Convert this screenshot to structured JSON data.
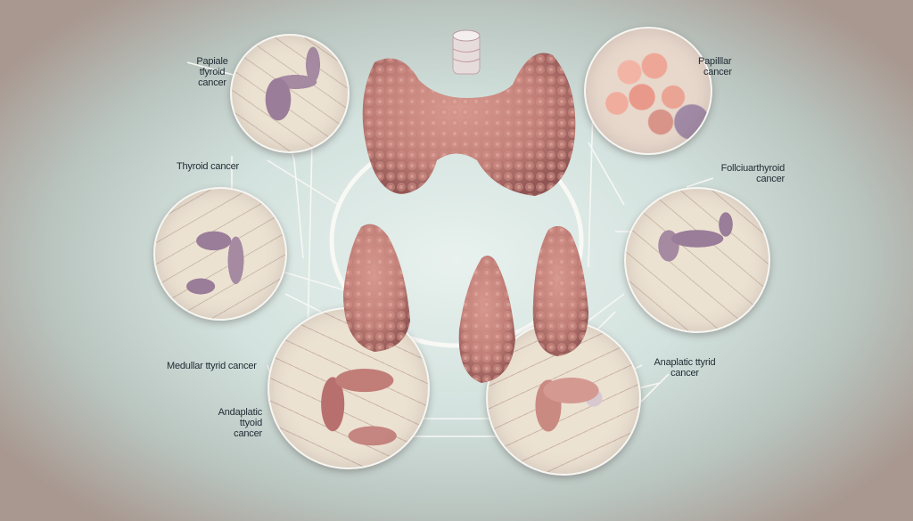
{
  "figure": {
    "title": "Thyroid cancer types illustration",
    "colors": {
      "tissue_pink": "#c98a82",
      "tissue_dark": "#9a5a57",
      "cell_cream": "#ece2d2",
      "cell_border": "#b9a89a",
      "malignant_purple": "#9a7d98",
      "papillary_red": "#e59a8a",
      "ring_white": "#f7f7f3",
      "background_center": "#e8f1ee",
      "background_edge": "#a89890",
      "label_text": "#1f2a33"
    },
    "labels": [
      {
        "id": "papillary-left",
        "lines": [
          "Papiale",
          "tfyroid",
          "cancer"
        ]
      },
      {
        "id": "papillary-right",
        "lines": [
          "Papilllar",
          "cancer"
        ]
      },
      {
        "id": "thyroid-cancer",
        "lines": [
          "Thyroid cancer"
        ]
      },
      {
        "id": "follicular",
        "lines": [
          "Follciuarthyroid",
          "cancer"
        ]
      },
      {
        "id": "medullary",
        "lines": [
          "Medullar ttyrid cancer"
        ]
      },
      {
        "id": "anaplastic-left",
        "lines": [
          "Andaplatic",
          "ttyoid",
          "cancer"
        ]
      },
      {
        "id": "anaplastic-right",
        "lines": [
          "Anaplatic ttyrid",
          "cancer"
        ]
      }
    ],
    "zoom_circles": [
      {
        "id": "top-left",
        "tissue": "cream cells with purple infiltrate"
      },
      {
        "id": "mid-left",
        "tissue": "cream cells with purple infiltrate"
      },
      {
        "id": "bottom-left",
        "tissue": "cream cells with red infiltrate"
      },
      {
        "id": "top-right",
        "tissue": "clustered pink papillary nodules"
      },
      {
        "id": "mid-right",
        "tissue": "cream cells with purple infiltrate"
      },
      {
        "id": "bottom-right",
        "tissue": "cream cells with pink infiltrate"
      }
    ],
    "organs": [
      {
        "id": "thyroid-gland",
        "desc": "butterfly-shaped thyroid with trachea"
      },
      {
        "id": "lobe-left",
        "desc": "separated lobe"
      },
      {
        "id": "lobe-middle",
        "desc": "separated lobe"
      },
      {
        "id": "lobe-right",
        "desc": "separated lobe"
      }
    ]
  }
}
